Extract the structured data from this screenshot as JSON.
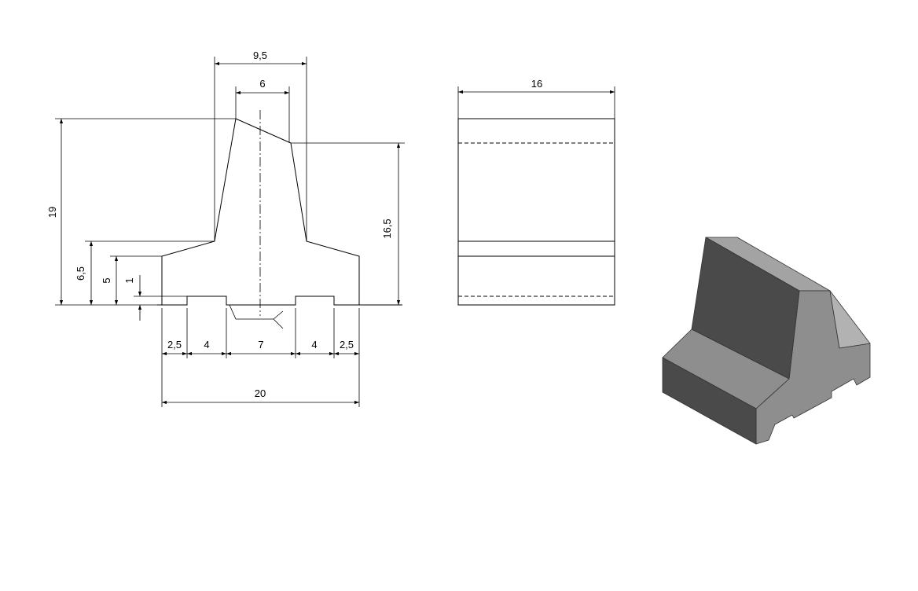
{
  "dimensions": {
    "top_width_outer": "9,5",
    "top_width_inner": "6",
    "overall_height": "19",
    "right_height": "16,5",
    "shoulder_height": "6,5",
    "side_height": "5",
    "notch_depth": "1",
    "bottom_left_edge": "2,5",
    "bottom_left_foot": "4",
    "bottom_middle": "7",
    "bottom_right_foot": "4",
    "bottom_right_edge": "2,5",
    "overall_width": "20",
    "side_view_width": "16"
  },
  "colors": {
    "iso_top": "#a3a3a3",
    "iso_dark": "#4a4a4a",
    "iso_mid": "#8e8e8e",
    "iso_light": "#b2b2b2"
  }
}
